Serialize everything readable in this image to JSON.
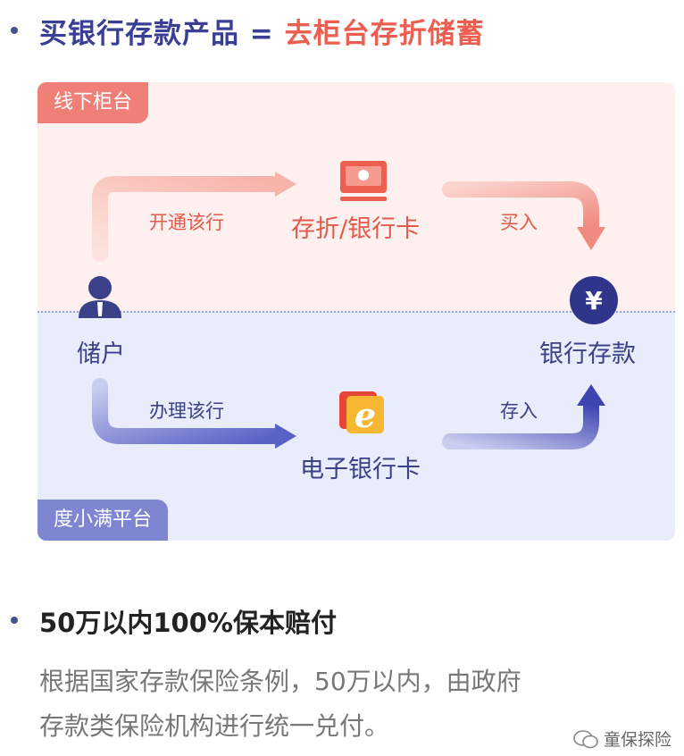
{
  "heading": {
    "blue_part": "买银行存款产品 =",
    "red_part": " 去柜台存折储蓄"
  },
  "diagram": {
    "offline_tag": "线下柜台",
    "online_tag": "度小满平台",
    "depositor": "储户",
    "passbook_card": "存折/银行卡",
    "e_bank_card": "电子银行卡",
    "bank_deposit": "银行存款",
    "open_account": "开通该行",
    "handle_account": "办理该行",
    "buy_in": "买入",
    "deposit_in": "存入",
    "yuan_symbol": "¥",
    "e_logo": "e",
    "colors": {
      "red": "#e15a4c",
      "navy": "#3b4188",
      "pink_bg": "#fdf0ee",
      "blue_bg": "#e9ecfb"
    }
  },
  "section2": {
    "title": "50万以内100%保本赔付",
    "body_line1": "根据国家存款保险条例，50万以内，由政府",
    "body_line2": "存款类保险机构进行统一兑付。"
  },
  "watermark": {
    "text": "童保探险",
    "icon": "wechat-icon"
  }
}
